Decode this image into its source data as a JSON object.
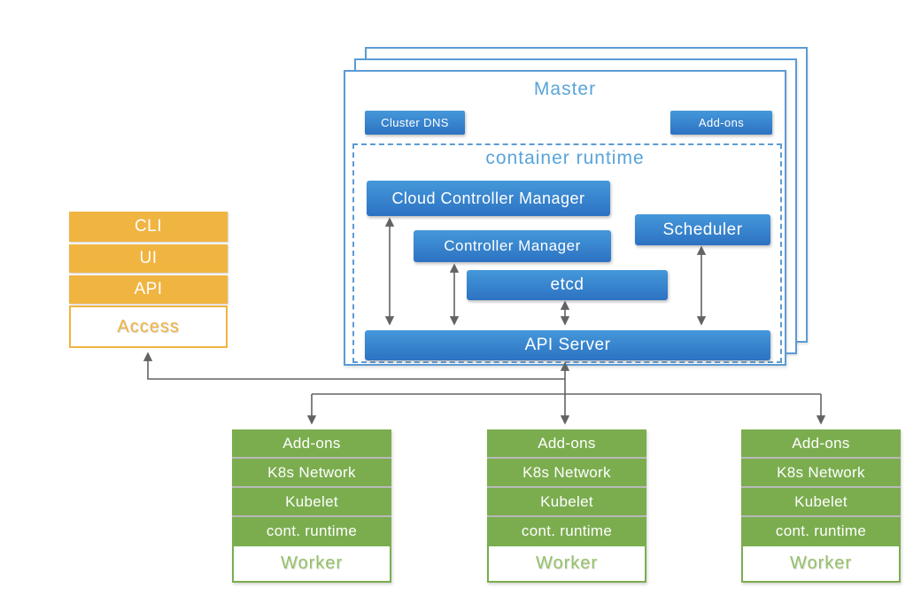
{
  "master": {
    "title": "Master",
    "cluster_dns": "Cluster DNS",
    "addons": "Add-ons",
    "container_runtime": {
      "title": "container runtime",
      "cloud_controller_manager": "Cloud Controller Manager",
      "controller_manager": "Controller Manager",
      "etcd": "etcd",
      "scheduler": "Scheduler",
      "api_server": "API Server"
    }
  },
  "access": {
    "items": [
      "CLI",
      "UI",
      "API"
    ],
    "label": "Access"
  },
  "workers": {
    "rows": [
      "Add-ons",
      "K8s Network",
      "Kubelet",
      "cont. runtime"
    ],
    "label": "Worker"
  },
  "colors": {
    "blue_fill_top": "#4498da",
    "blue_fill_bottom": "#2d72c2",
    "blue_border": "#5b9bd5",
    "blue_text": "#58a4db",
    "orange": "#f0b441",
    "green": "#7bad4f",
    "green_text": "#94c167",
    "arrow": "#636363"
  }
}
